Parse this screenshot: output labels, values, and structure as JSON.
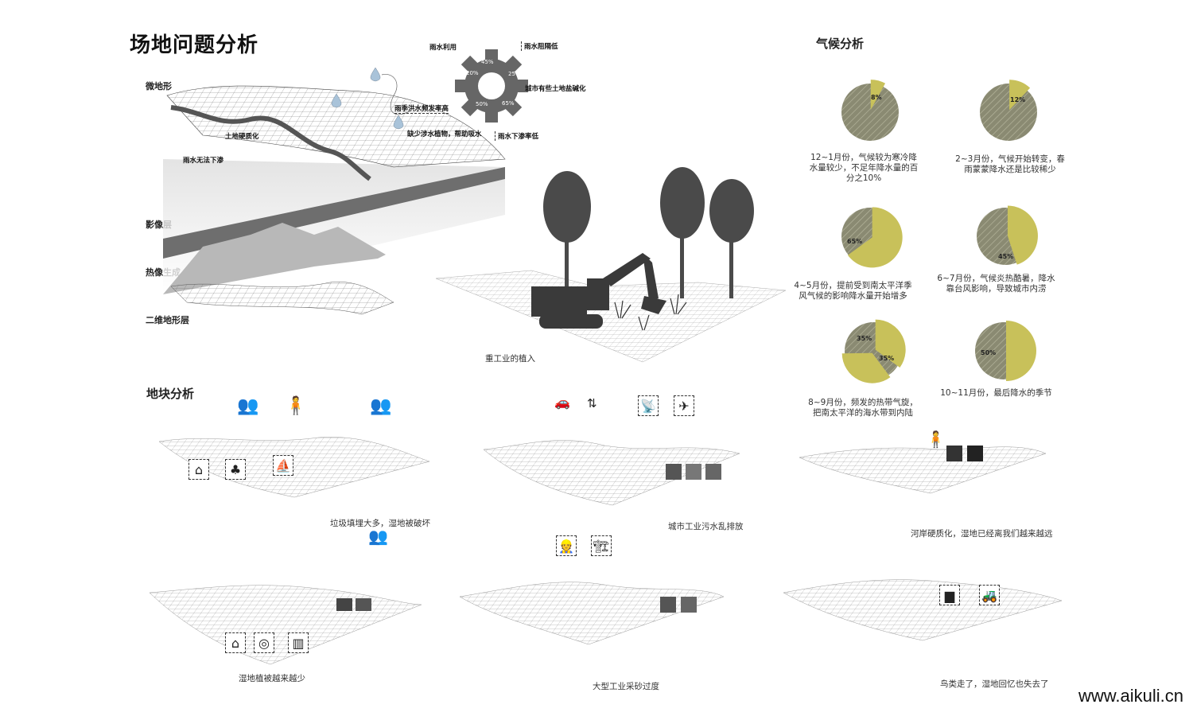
{
  "title": "场地问题分析",
  "layers": {
    "micro_terrain": "微地形",
    "image_layer": "影像层",
    "thermal": "热像生成",
    "terrain_2d": "二维地形层"
  },
  "site_labels": {
    "soil_hardening": "土地硬质化",
    "rain_no_infiltrate": "雨水无法下渗"
  },
  "gear": {
    "labels": {
      "rain_use": "雨水利用",
      "rain_block_low": "雨水阻隔低",
      "salinization": "城市有些土地盐碱化",
      "flood_freq": "雨季洪水频发率高",
      "lack_plants": "缺少涉水植物，帮助吸水",
      "infiltration_low": "雨水下渗率低"
    },
    "percents": [
      "45%",
      "25%",
      "65%",
      "50%",
      "20%"
    ]
  },
  "heavy_industry": "重工业的植入",
  "climate": {
    "heading": "气候分析",
    "pies": [
      {
        "label": "8%",
        "value": 8,
        "caption": "12~1月份，气候较为寒冷降水量较少，不足年降水量的百分之10%"
      },
      {
        "label": "12%",
        "value": 12,
        "caption": "2~3月份，气候开始转变，春雨蒙蒙降水还是比较稀少"
      },
      {
        "label": "65%",
        "value": 65,
        "caption": "4~5月份，提前受到南太平洋季风气候的影响降水量开始增多"
      },
      {
        "label": "45%",
        "value": 45,
        "caption": "6~7月份，气候炎热酷暑，降水靠台风影响，导致城市内涝"
      },
      {
        "label": "35%",
        "label2": "35%",
        "value": 35,
        "value2": 35,
        "caption": "8~9月份，频发的热带气旋，把南太平洋的海水带到内陆"
      },
      {
        "label": "50%",
        "value": 50,
        "caption": "10~11月份，最后降水的季节"
      }
    ],
    "colors": {
      "accent": "#c8c15a",
      "base": "#8a8a72"
    }
  },
  "plot": {
    "heading": "地块分析",
    "captions": [
      "垃圾填埋大多，湿地被破坏",
      "城市工业污水乱排放",
      "河岸硬质化，湿地已经离我们越来越远",
      "湿地植被越来越少",
      "大型工业采砂过度",
      "鸟类走了，湿地回忆也失去了"
    ]
  },
  "watermark": "www.aikuli.cn"
}
